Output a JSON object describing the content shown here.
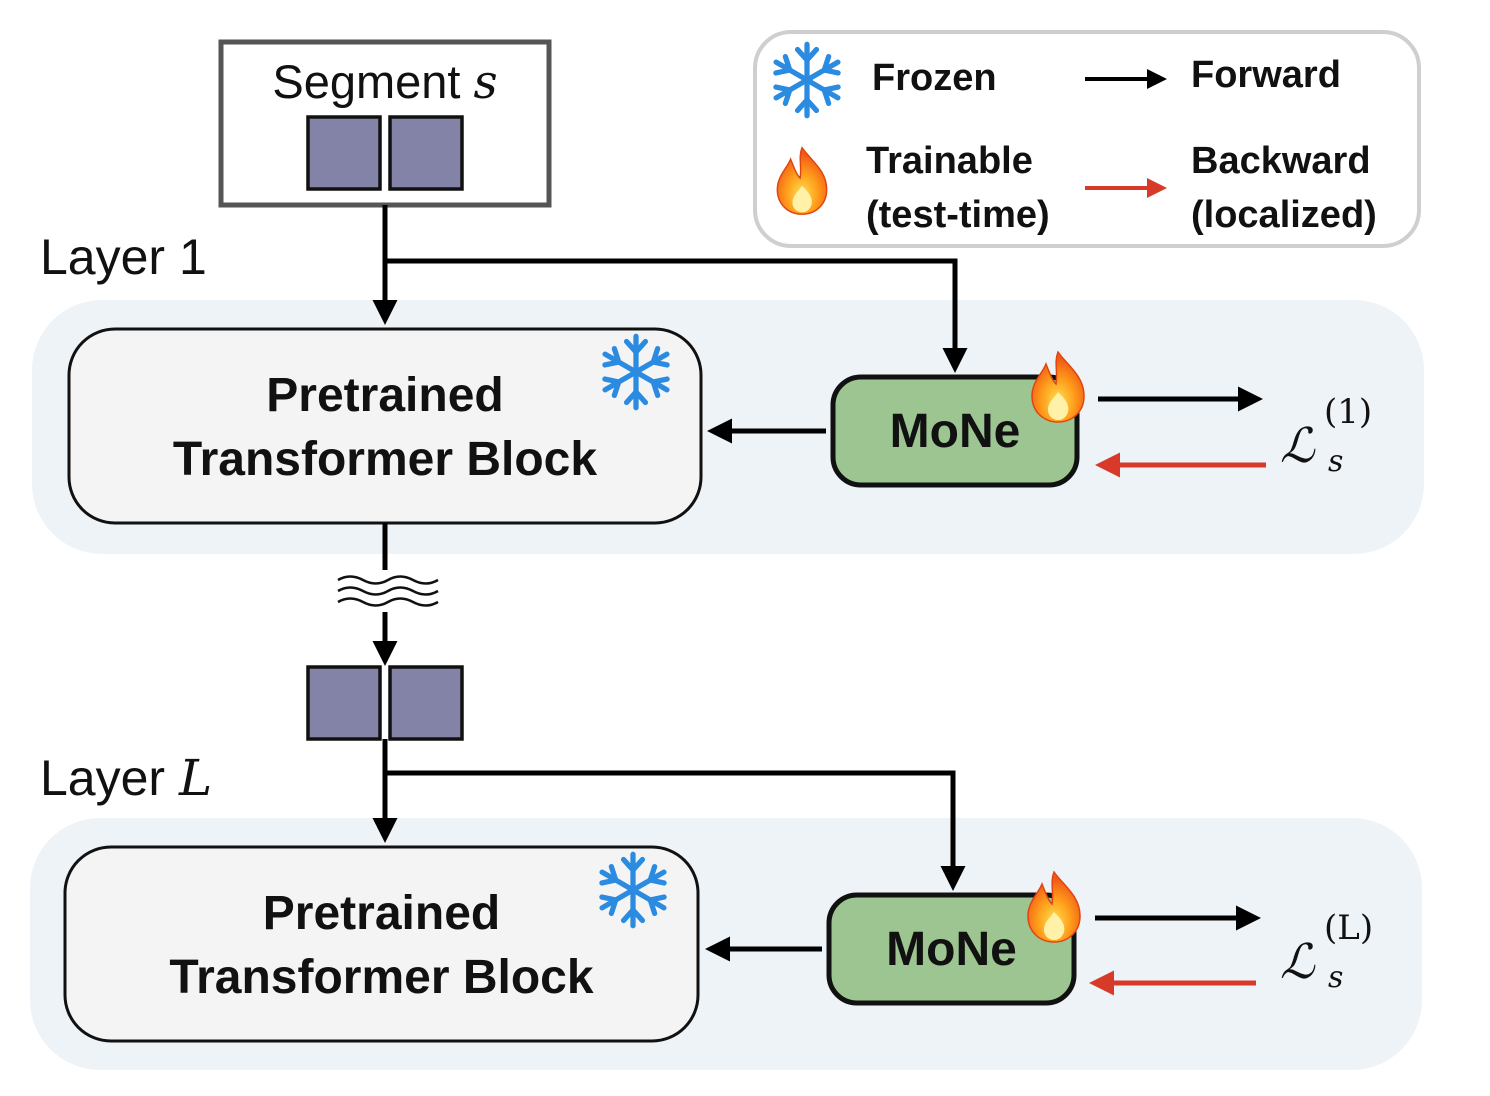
{
  "segment": {
    "label": "Segment",
    "symbol": "s"
  },
  "layer1": {
    "label": "Layer 1",
    "block": {
      "line1": "Pretrained",
      "line2": "Transformer Block"
    },
    "mone": "MoNe",
    "loss": {
      "base": "ℒ",
      "sub": "s",
      "sup": "(1)"
    }
  },
  "layerL": {
    "label": "Layer",
    "symbol": "L",
    "block": {
      "line1": "Pretrained",
      "line2": "Transformer Block"
    },
    "mone": "MoNe",
    "loss": {
      "base": "ℒ",
      "sub": "s",
      "sup": "(L)"
    }
  },
  "legend": {
    "frozen": "Frozen",
    "forward": "Forward",
    "trainable_line1": "Trainable",
    "trainable_line2": "(test-time)",
    "backward_line1": "Backward",
    "backward_line2": "(localized)"
  },
  "icons": {
    "frozen": "snowflake-icon",
    "trainable": "fire-icon"
  },
  "colors": {
    "layer_bg": "#eef3f8",
    "block_fill": "#f4f4f4",
    "mone_fill": "#9dc591",
    "token_fill": "#8283a6",
    "snowflake": "#2a8be0",
    "forward_arrow": "#000000",
    "backward_arrow": "#d83a2a"
  }
}
